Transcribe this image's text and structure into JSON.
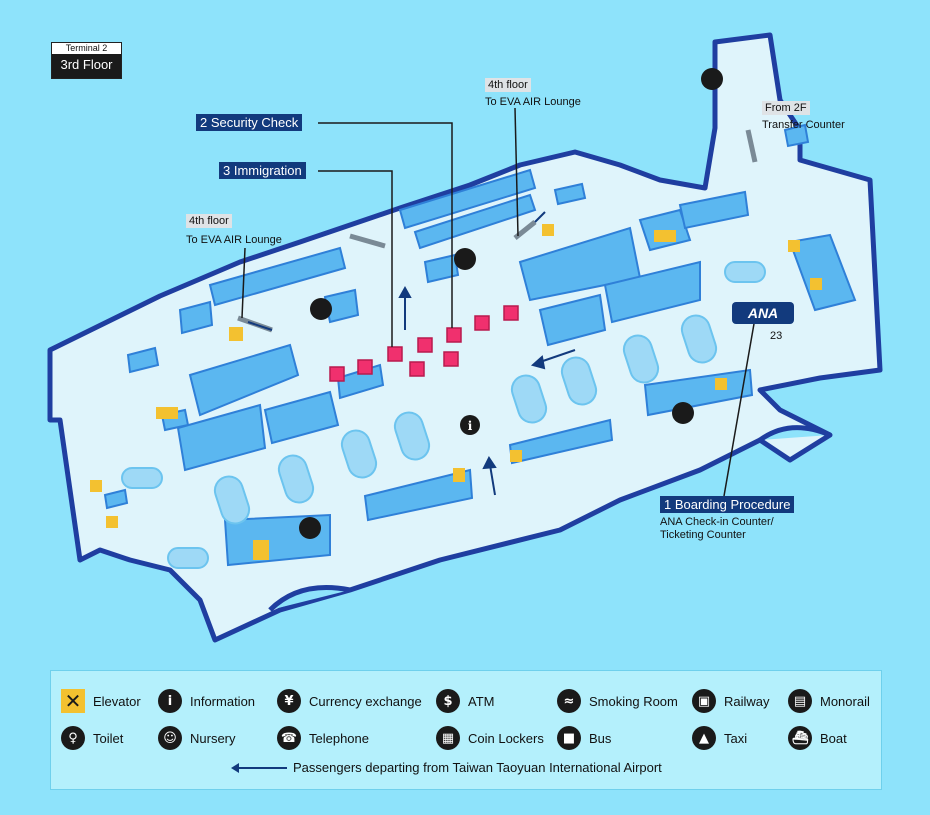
{
  "floor_badge": {
    "terminal": "Terminal 2",
    "floor": "3rd Floor"
  },
  "callouts": {
    "security": "2 Security Check",
    "immigration": "3 Immigration",
    "boarding": "1 Boarding Procedure"
  },
  "tags": {
    "lounge_left_floor": "4th floor",
    "lounge_left_text": "To EVA AIR Lounge",
    "lounge_top_floor": "4th floor",
    "lounge_top_text": "To EVA AIR Lounge",
    "from_2f": "From 2F",
    "transfer_counter": "Transfer Counter",
    "ana_counter_line1": "ANA Check-in Counter/",
    "ana_counter_line2": "Ticketing Counter",
    "gate_number": "23",
    "ana_logo": "ANA"
  },
  "legend": {
    "items": [
      {
        "icon": "elevator-icon",
        "label": "Elevator"
      },
      {
        "icon": "information-icon",
        "label": "Information"
      },
      {
        "icon": "currency-exchange-icon",
        "label": "Currency exchange"
      },
      {
        "icon": "atm-icon",
        "label": "ATM"
      },
      {
        "icon": "smoking-room-icon",
        "label": "Smoking Room"
      },
      {
        "icon": "railway-icon",
        "label": "Railway"
      },
      {
        "icon": "monorail-icon",
        "label": "Monorail"
      },
      {
        "icon": "toilet-icon",
        "label": "Toilet"
      },
      {
        "icon": "nursery-icon",
        "label": "Nursery"
      },
      {
        "icon": "telephone-icon",
        "label": "Telephone"
      },
      {
        "icon": "coin-lockers-icon",
        "label": "Coin Lockers"
      },
      {
        "icon": "bus-icon",
        "label": "Bus"
      },
      {
        "icon": "taxi-icon",
        "label": "Taxi"
      },
      {
        "icon": "boat-icon",
        "label": "Boat"
      }
    ],
    "departing_note": "Passengers departing from Taiwan Taoyuan International Airport"
  },
  "colors": {
    "background": "#8ee3fb",
    "floor": "#dff4fb",
    "wall": "#1f3ea0",
    "counter": "#5bb7f0",
    "counter_dark": "#3b8fe0",
    "security_box": "#f0306e",
    "callout_bg": "#123a7d",
    "elevator": "#f3c130"
  }
}
